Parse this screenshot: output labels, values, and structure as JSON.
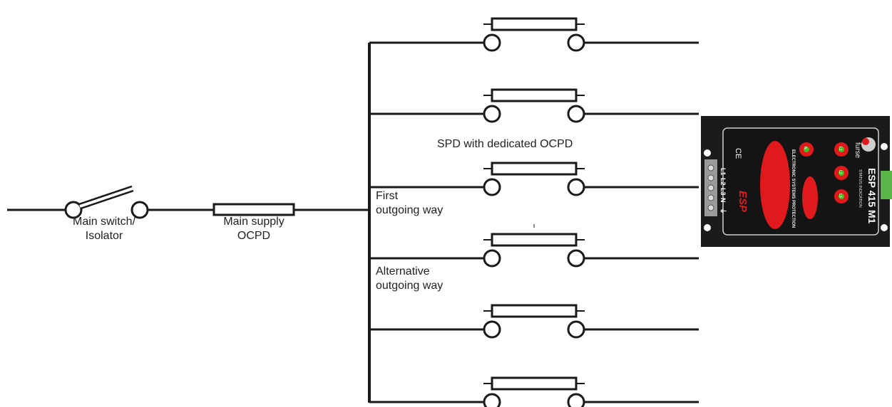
{
  "labels": {
    "main_switch": "Main switch/\nIsolator",
    "main_supply": "Main supply\nOCPD",
    "spd": "SPD with dedicated OCPD",
    "first_way": "First\noutgoing way",
    "alternative_way": "Alternative\noutgoing way"
  },
  "device": {
    "brand": "furse",
    "model": "ESP 415 M1",
    "status_indication": "STATUS INDICATION",
    "electronic_protection": "ELECTRONIC SYSTEMS PROTECTION",
    "ce_mark": "CE",
    "logo": "ESP",
    "terminals": [
      "L1",
      "L2",
      "L3",
      "N",
      "⏚"
    ],
    "leds": [
      "N",
      "L1",
      "L2",
      "L3"
    ],
    "colors": {
      "body": "#1b1b1b",
      "panel_border": "#cfcfcf",
      "red": "#e0191c",
      "led_green": "#3fc21e",
      "terminal_block": "#9a9a9a",
      "connector": "#59b548"
    }
  },
  "branches": 6
}
